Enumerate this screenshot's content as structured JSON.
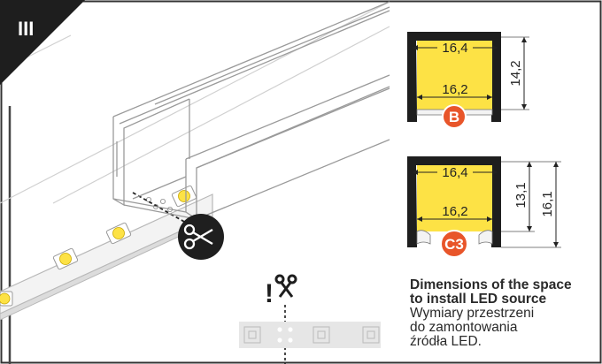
{
  "badge": {
    "label": "III"
  },
  "profile_b": {
    "top_width": "16,4",
    "bottom_width": "16,2",
    "height": "14,2",
    "code": "B"
  },
  "profile_c3": {
    "top_width": "16,4",
    "bottom_width": "16,2",
    "inner_height": "13,1",
    "outer_height": "16,1",
    "code": "C3"
  },
  "caption": {
    "english": [
      "Dimensions of the space",
      "to install LED source"
    ],
    "polish": [
      "Wymiary przestrzeni",
      "do zamontowania",
      "źródła LED."
    ]
  },
  "colors": {
    "led_yellow": "#fde245",
    "accent_orange": "#e8552a",
    "profile_dark": "#1e1e1e",
    "line_gray": "#555555"
  },
  "icons": [
    "scissors-icon",
    "cut-warning-icon"
  ]
}
